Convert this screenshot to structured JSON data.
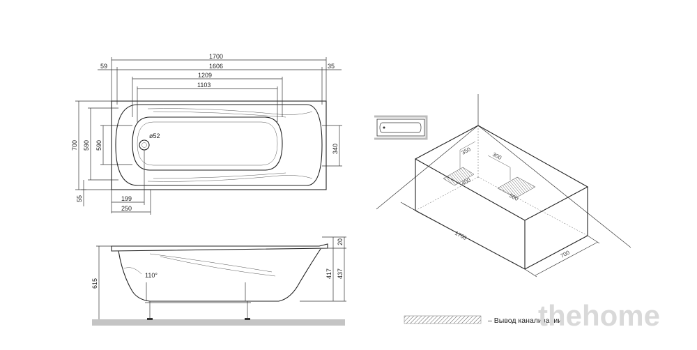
{
  "top_view": {
    "dim_total_length": "1700",
    "dim_left_offset": "59",
    "dim_inner_length": "1606",
    "dim_right_offset": "35",
    "dim_bottom_length_outer": "1209",
    "dim_bottom_length_inner": "1103",
    "dim_total_width": "700",
    "dim_inner_width_left": "590",
    "dim_inner_width_left2": "590",
    "dim_drain_diameter": "ø52",
    "dim_right_width": "340",
    "dim_edge_offset": "55",
    "dim_drain_offset": "199",
    "dim_drain_offset_outer": "250"
  },
  "side_view": {
    "dim_total_height": "615",
    "dim_rim": "20",
    "dim_depth_inner": "417",
    "dim_depth_total": "437",
    "angle_label": "110°"
  },
  "iso_view": {
    "dim_a": "350",
    "dim_b": "300",
    "dim_c": "400",
    "dim_d": "500",
    "dim_length": "1700",
    "dim_width": "700"
  },
  "legend": {
    "text": "– Вывод канализации"
  },
  "logo": {
    "text": "thehome"
  }
}
